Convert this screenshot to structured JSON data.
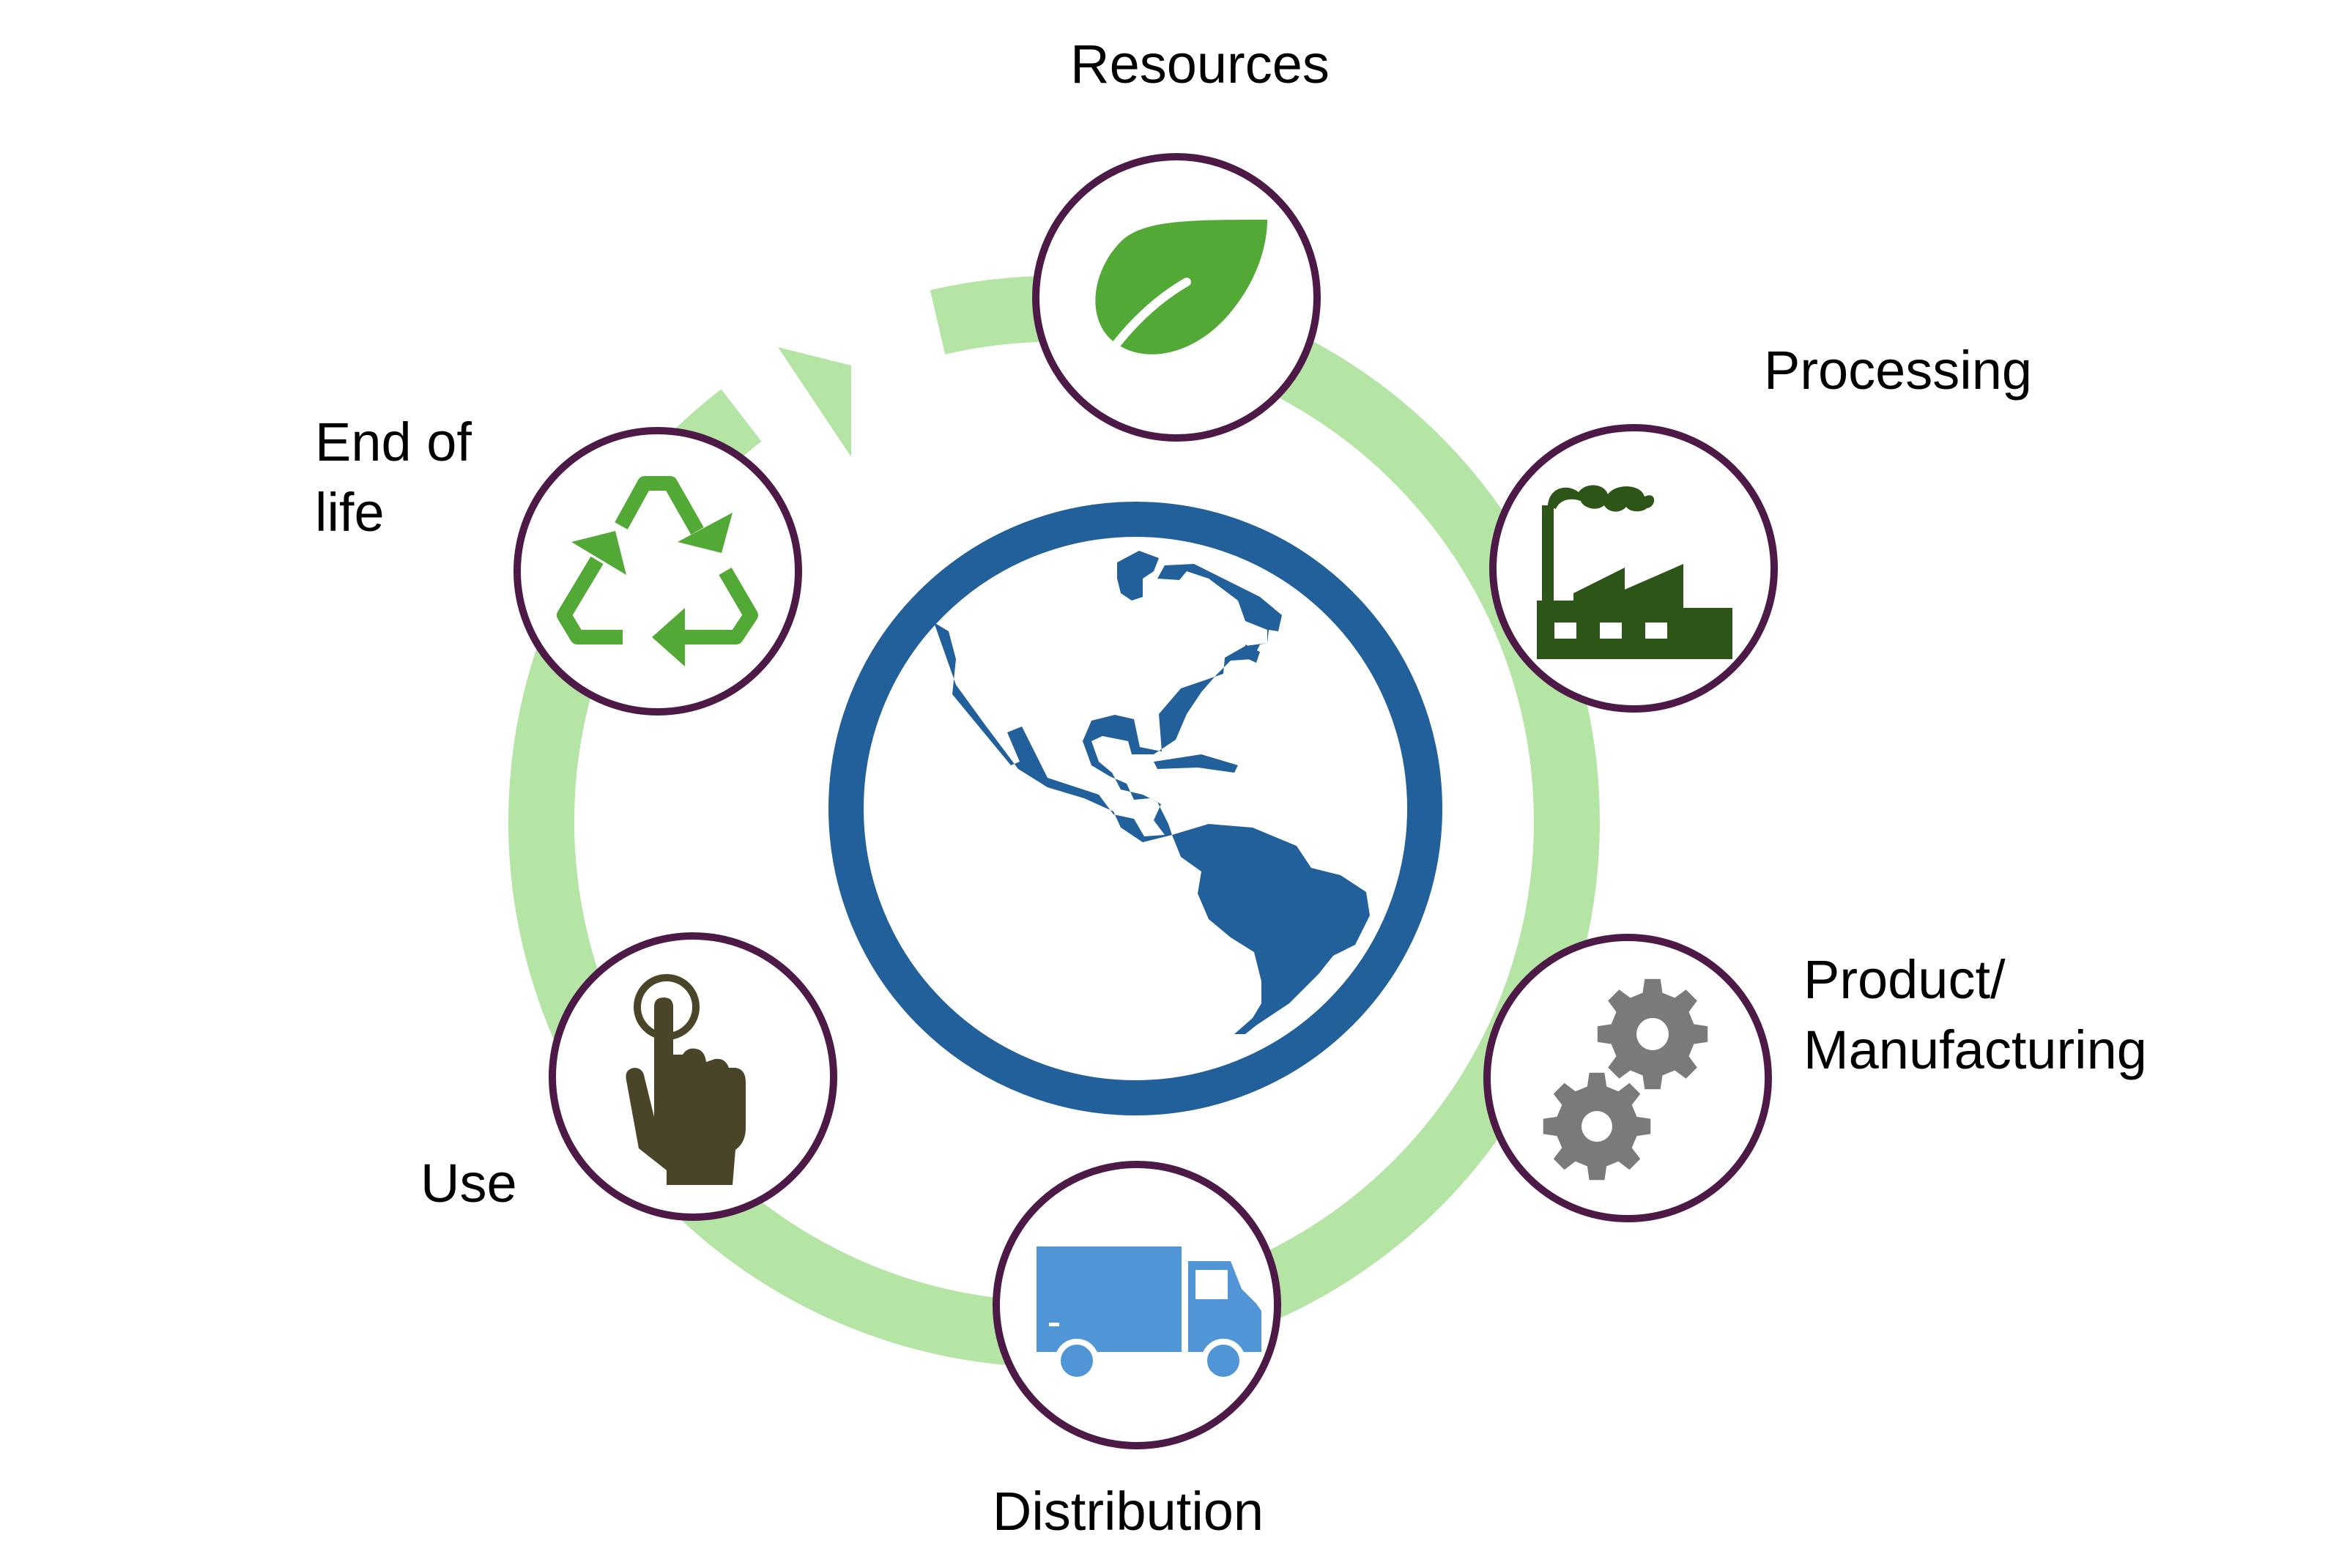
{
  "colors": {
    "ring": "#b5e5a5",
    "node_border": "#4d1a48",
    "leaf": "#52a935",
    "factory": "#2c5517",
    "gears": "#7a7a7a",
    "truck": "#5096d7",
    "hand": "#4a4529",
    "recycle": "#52a935",
    "globe": "#22609b"
  },
  "nodes": [
    {
      "id": "resources",
      "label_lines": [
        "Resources"
      ],
      "icon": "leaf-icon"
    },
    {
      "id": "processing",
      "label_lines": [
        "Processing"
      ],
      "icon": "factory-icon"
    },
    {
      "id": "manufacturing",
      "label_lines": [
        "Product/",
        "Manufacturing"
      ],
      "icon": "gears-icon"
    },
    {
      "id": "distribution",
      "label_lines": [
        "Distribution"
      ],
      "icon": "truck-icon"
    },
    {
      "id": "use",
      "label_lines": [
        "Use"
      ],
      "icon": "pointing-hand-icon"
    },
    {
      "id": "end-of-life",
      "label_lines": [
        "End of",
        "life"
      ],
      "icon": "recycle-icon"
    }
  ],
  "center_icon": "globe-icon"
}
